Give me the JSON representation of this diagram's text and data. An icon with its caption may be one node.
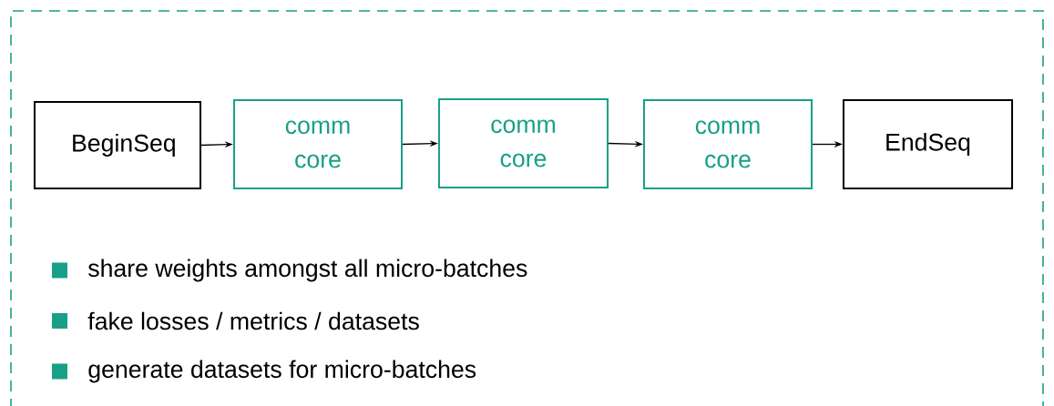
{
  "diagram": {
    "nodes": [
      {
        "text": [
          "BeginSeq"
        ]
      },
      {
        "text": [
          "comm core"
        ]
      },
      {
        "text": [
          "comm core"
        ]
      },
      {
        "text": [
          "comm core"
        ]
      },
      {
        "text": [
          "EndSeq"
        ]
      }
    ],
    "edges": [
      {
        "from": 0,
        "to": 1,
        "arrow": "to"
      },
      {
        "from": 1,
        "to": 2,
        "arrow": "to"
      },
      {
        "from": 2,
        "to": 3,
        "arrow": "to"
      },
      {
        "from": 3,
        "to": 4,
        "arrow": "to"
      }
    ],
    "labels": [
      "share weights amongst all micro-batches",
      "fake losses / metrics / datasets",
      "generate datasets for micro-batches"
    ]
  }
}
